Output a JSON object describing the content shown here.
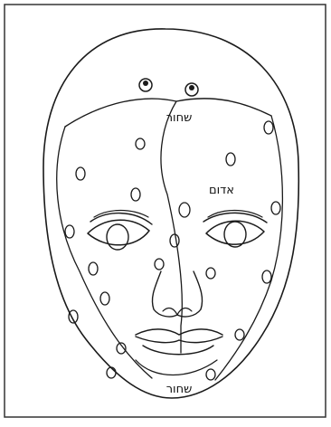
{
  "colors": {
    "ink": "#1a1a1a",
    "paper": "#ffffff"
  },
  "labels": {
    "top": "שחור",
    "right_cheek": "אדום",
    "chin": "שחור"
  },
  "regions": [
    "head-outline",
    "forehead-region",
    "left-face-region",
    "right-face-region",
    "chin-region"
  ]
}
